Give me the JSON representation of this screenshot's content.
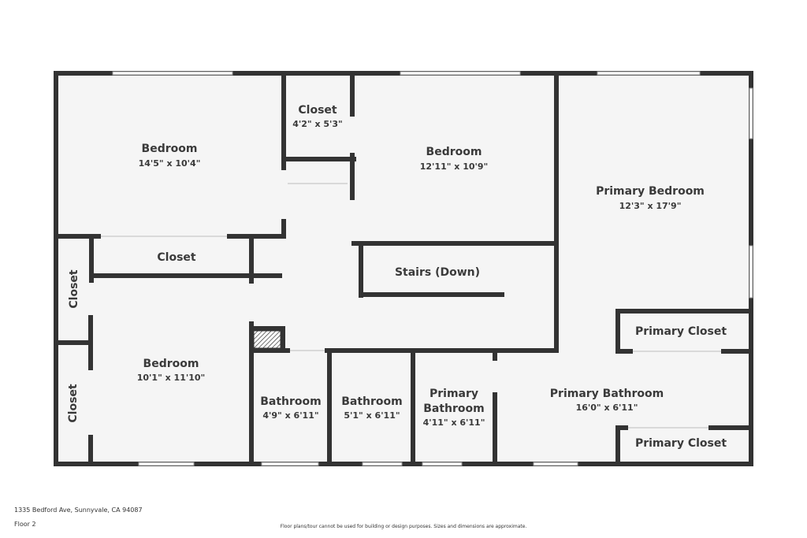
{
  "rooms": [
    {
      "id": "bedroom-1",
      "label": "Bedroom",
      "dims": "14'5\" x 10'4\""
    },
    {
      "id": "closet-top",
      "label": "Closet",
      "dims": "4'2\" x 5'3\""
    },
    {
      "id": "bedroom-2",
      "label": "Bedroom",
      "dims": "12'11\" x 10'9\""
    },
    {
      "id": "primary-bedroom",
      "label": "Primary Bedroom",
      "dims": "12'3\" x 17'9\""
    },
    {
      "id": "closet-mid",
      "label": "Closet",
      "dims": ""
    },
    {
      "id": "stairs",
      "label": "Stairs (Down)",
      "dims": ""
    },
    {
      "id": "closet-left-1",
      "label": "Closet",
      "dims": ""
    },
    {
      "id": "closet-left-2",
      "label": "Closet",
      "dims": ""
    },
    {
      "id": "bedroom-3",
      "label": "Bedroom",
      "dims": "10'1\" x 11'10\""
    },
    {
      "id": "primary-closet-1",
      "label": "Primary Closet",
      "dims": ""
    },
    {
      "id": "bathroom-1",
      "label": "Bathroom",
      "dims": "4'9\" x 6'11\""
    },
    {
      "id": "bathroom-2",
      "label": "Bathroom",
      "dims": "5'1\" x 6'11\""
    },
    {
      "id": "primary-bathroom-small",
      "label_line1": "Primary",
      "label_line2": "Bathroom",
      "dims": "4'11\" x 6'11\""
    },
    {
      "id": "primary-bathroom",
      "label": "Primary Bathroom",
      "dims": "16'0\" x 6'11\""
    },
    {
      "id": "primary-closet-2",
      "label": "Primary Closet",
      "dims": ""
    }
  ],
  "footer": {
    "address": "1335 Bedford Ave, Sunnyvale, CA 94087",
    "floor": "Floor 2",
    "disclaimer": "Floor plans/tour cannot be used for building or design purposes. Sizes and dimensions are approximate."
  },
  "colors": {
    "wall": "#333333",
    "floor": "#f5f5f5",
    "window": "#cfcfcf"
  }
}
